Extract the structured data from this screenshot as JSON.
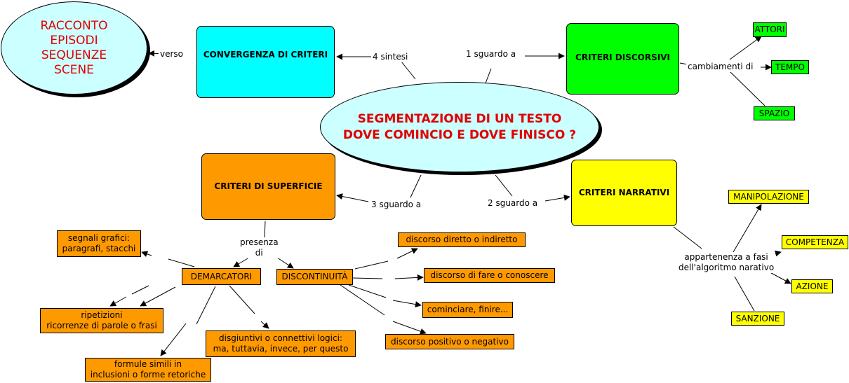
{
  "central": {
    "line1": "SEGMENTAZIONE DI UN TESTO",
    "line2": "DOVE COMINCIO E DOVE FINISCO ?"
  },
  "outcome": {
    "lines": [
      "RACCONTO",
      "EPISODI",
      "SEQUENZE",
      "SCENE"
    ]
  },
  "nodes": {
    "convergenza": "CONVERGENZA DI CRITERI",
    "discorsivi": "CRITERI DISCORSIVI",
    "superficie": "CRITERI DI SUPERFICIE",
    "narrativi": "CRITERI NARRATIVI",
    "attori": "ATTORI",
    "tempo": "TEMPO",
    "spazio": "SPAZIO",
    "manipolazione": "MANIPOLAZIONE",
    "competenza": "COMPETENZA",
    "azione": "AZIONE",
    "sanzione": "SANZIONE",
    "demarcatori": "DEMARCATORI",
    "discontinuita": "DISCONTINUITÀ",
    "segnali": [
      "segnali grafici:",
      "paragrafi, stacchi"
    ],
    "ripetizioni": [
      "ripetizioni",
      "ricorrenze di parole o frasi"
    ],
    "formule": [
      "formule simili in",
      "inclusioni o forme retoriche"
    ],
    "disgiuntivi": [
      "disgiuntivi o connettivi logici:",
      "ma, tuttavia, invece, per questo"
    ],
    "diretto": "discorso diretto o indiretto",
    "fare": "discorso di fare o conoscere",
    "cominciare": "cominciare, finire...",
    "positivo": "discorso positivo o negativo"
  },
  "links": {
    "verso": "verso",
    "sintesi": "4 sintesi",
    "sguardo1": "1 sguardo a",
    "sguardo2": "2 sguardo a",
    "sguardo3": "3 sguardo a",
    "cambiamenti": "cambiamenti di",
    "presenza": [
      "presenza",
      "di"
    ],
    "appartenenza": [
      "appartenenza a fasi",
      "dell'algoritmo narativo"
    ]
  },
  "colors": {
    "cyan": "#00ffff",
    "green": "#00ff00",
    "orange": "#ff9900",
    "yellow": "#ffff00",
    "ellipse": "#ccffff",
    "title_red": "#e00000"
  }
}
